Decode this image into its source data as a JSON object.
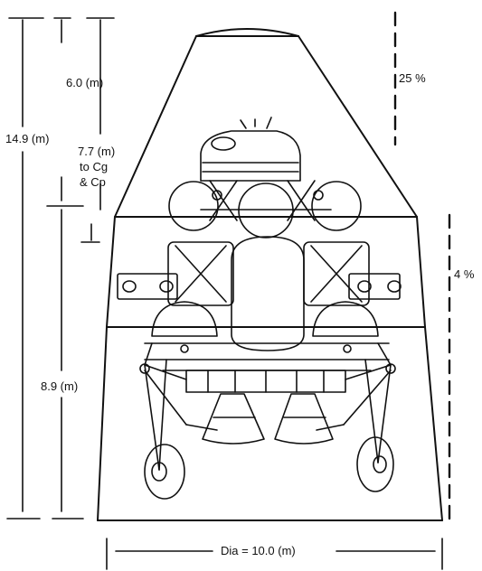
{
  "dimensions": {
    "nose_length": "6.0 (m)",
    "total_height": "14.9 (m)",
    "cg_cp_line1": "7.7 (m)",
    "cg_cp_line2": "to Cg",
    "cg_cp_line3": "& Cp",
    "base_height": "8.9 (m)",
    "diameter": "Dia = 10.0 (m)"
  },
  "percentages": {
    "upper": "25 %",
    "lower": "4 %"
  },
  "colors": {
    "line": "#111111",
    "background": "#ffffff"
  }
}
